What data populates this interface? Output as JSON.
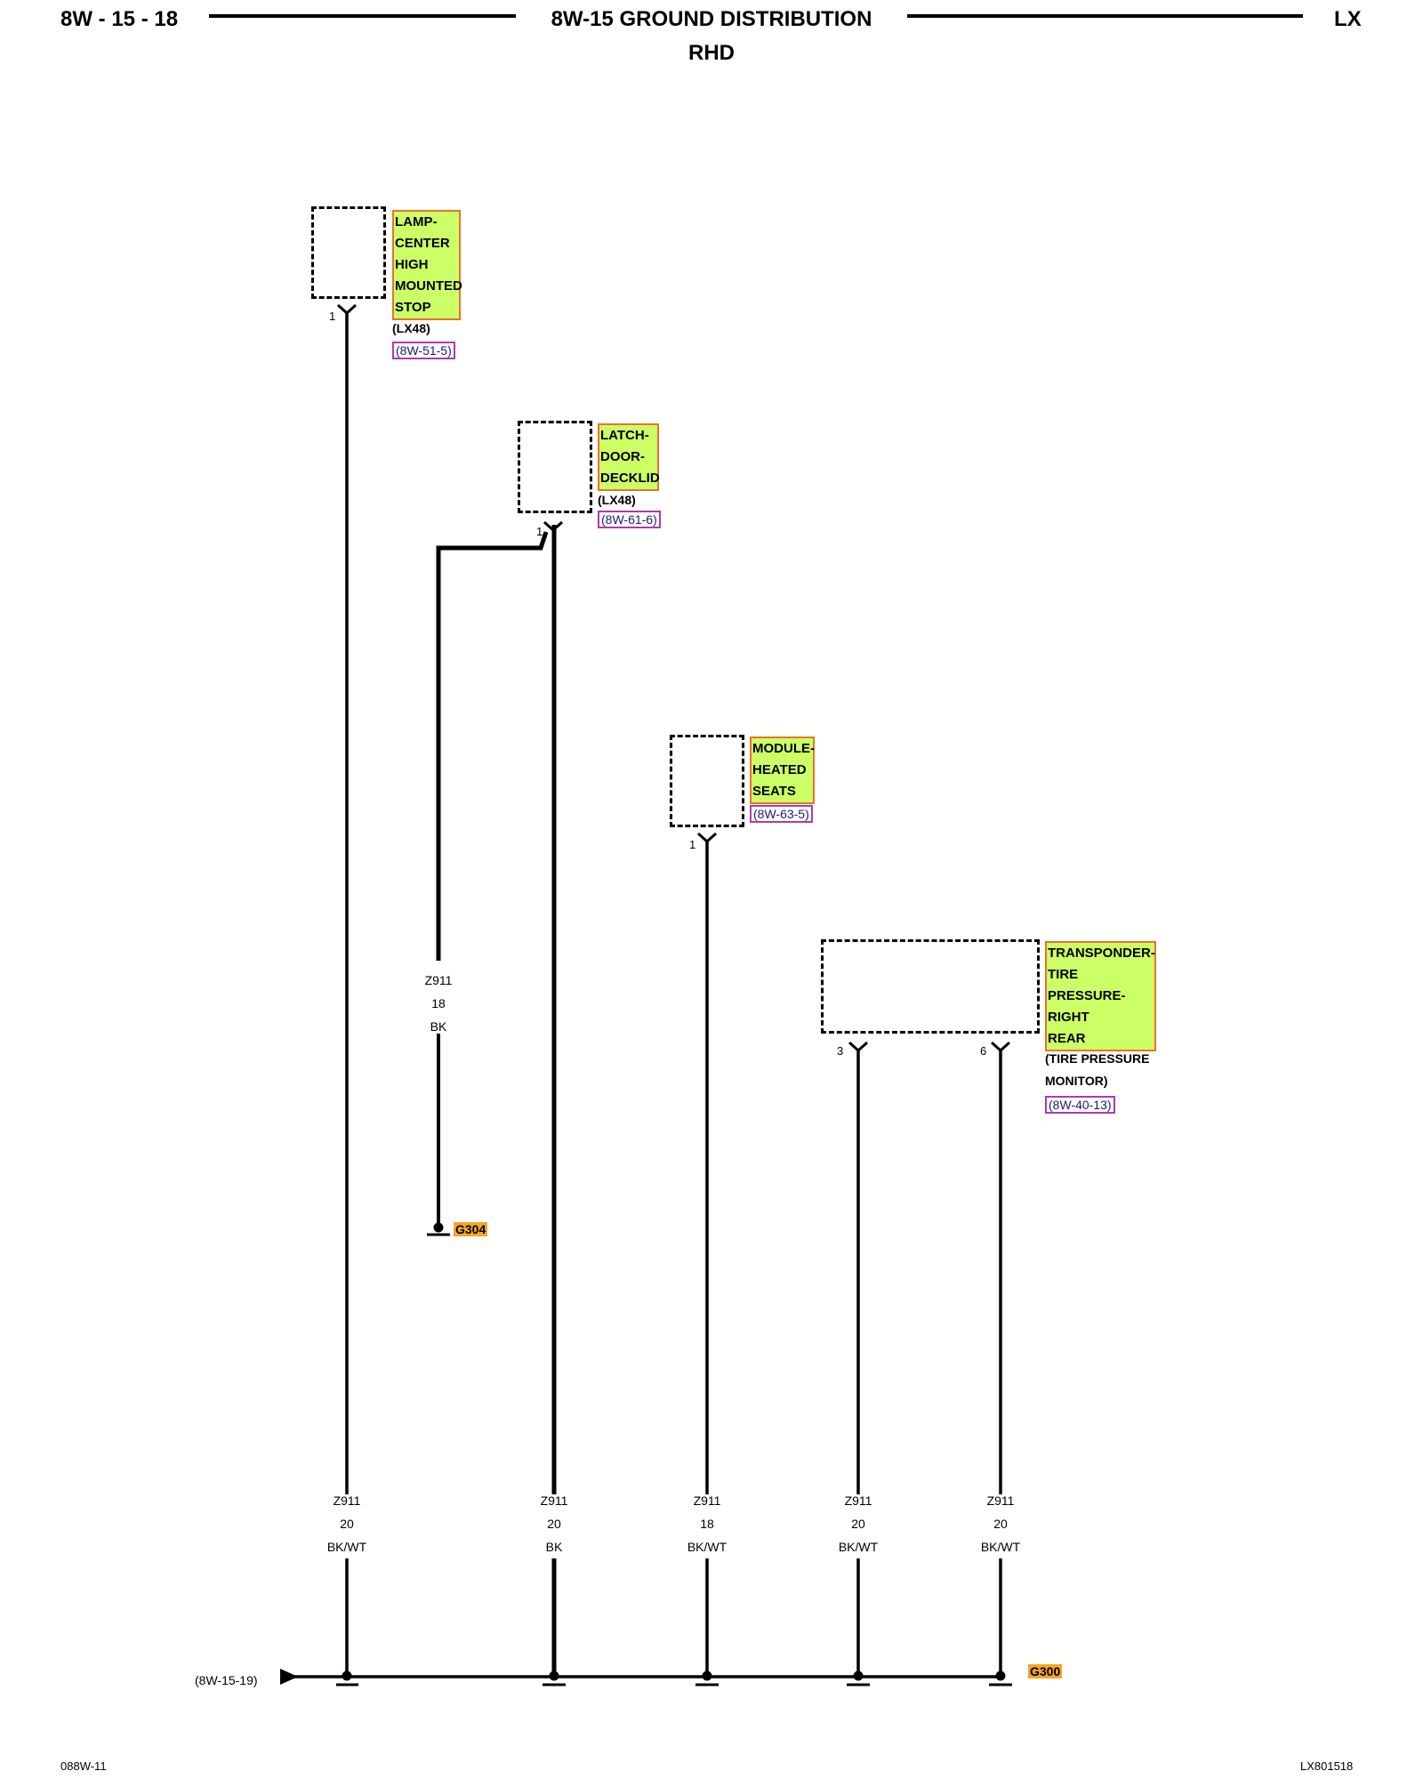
{
  "header": {
    "page_number": "8W - 15 - 18",
    "title": "8W-15 GROUND DISTRIBUTION",
    "subtitle": "RHD",
    "model": "LX"
  },
  "components": [
    {
      "name": "LAMP-CENTER HIGH MOUNTED STOP",
      "lines": [
        "LAMP-",
        "CENTER",
        "HIGH",
        "MOUNTED",
        "STOP"
      ],
      "note": "(LX48)",
      "ref": "(8W-51-5)",
      "pin": "1"
    },
    {
      "name": "LATCH-DOOR-DECKLID",
      "lines": [
        "LATCH-",
        "DOOR-",
        "DECKLID"
      ],
      "note": "(LX48)",
      "ref": "(8W-61-6)",
      "pin": "1"
    },
    {
      "name": "MODULE-HEATED SEATS",
      "lines": [
        "MODULE-",
        "HEATED",
        "SEATS"
      ],
      "ref": "(8W-63-5)",
      "pin": "1"
    },
    {
      "name": "TRANSPONDER-TIRE PRESSURE-RIGHT REAR",
      "lines": [
        "TRANSPONDER-",
        "TIRE",
        "PRESSURE-",
        "RIGHT",
        "REAR"
      ],
      "note_lines": [
        "(TIRE PRESSURE",
        "MONITOR)"
      ],
      "ref": "(8W-40-13)",
      "pins": [
        "3",
        "6"
      ]
    }
  ],
  "wires": [
    {
      "circuit": "Z911",
      "gauge": "20",
      "color": "BK/WT"
    },
    {
      "circuit": "Z911",
      "gauge": "20",
      "color": "BK"
    },
    {
      "circuit": "Z911",
      "gauge": "18",
      "color": "BK/WT"
    },
    {
      "circuit": "Z911",
      "gauge": "20",
      "color": "BK/WT"
    },
    {
      "circuit": "Z911",
      "gauge": "20",
      "color": "BK/WT"
    }
  ],
  "branch_wire": {
    "circuit": "Z911",
    "gauge": "18",
    "color": "BK"
  },
  "grounds": {
    "g304": "G304",
    "g300": "G300"
  },
  "bus_ref": "(8W-15-19)",
  "footer": {
    "left": "088W-11",
    "right": "LX801518"
  },
  "colors": {
    "label_fill": "#ccff66",
    "label_border": "#e8732a",
    "ground_fill": "#f5a623",
    "ref_border": "#b03ab0"
  }
}
